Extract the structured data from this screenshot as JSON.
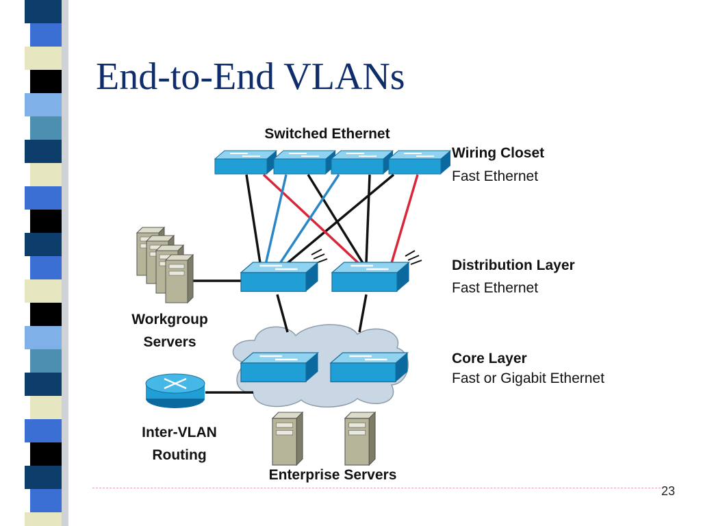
{
  "slide": {
    "title": "End-to-End VLANs",
    "page_number": "23"
  },
  "diagram": {
    "top_label": "Switched Ethernet",
    "layers": [
      {
        "name": "Wiring Closet",
        "tech": "Fast Ethernet"
      },
      {
        "name": "Distribution Layer",
        "tech": "Fast Ethernet"
      },
      {
        "name": "Core Layer",
        "tech": "Fast or Gigabit Ethernet"
      }
    ],
    "workgroup_servers_line1": "Workgroup",
    "workgroup_servers_line2": "Servers",
    "router_line1": "Inter-VLAN",
    "router_line2": "Routing",
    "enterprise_servers": "Enterprise Servers"
  },
  "colors": {
    "title": "#0f2d6b",
    "switch_face": "#1f9fd6",
    "cloud": "#c9d6e3",
    "link_black": "#111111",
    "link_red": "#d8263b",
    "link_blue": "#2a87c7",
    "server": "#b6b59a",
    "footer_line": "#e49ab8"
  },
  "icons": [
    "switch-icon",
    "server-icon",
    "router-icon",
    "cloud-icon"
  ]
}
